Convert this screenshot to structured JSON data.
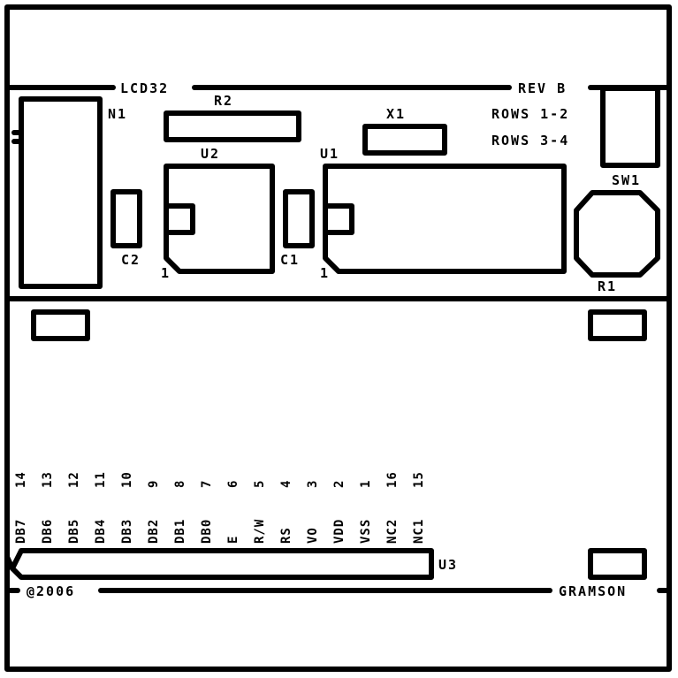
{
  "labels": {
    "board_name": "LCD32",
    "revision": "REV B",
    "rows_1": "ROWS 1-2",
    "rows_2": "ROWS 3-4",
    "n1": "N1",
    "r2": "R2",
    "x1": "X1",
    "u2": "U2",
    "u1": "U1",
    "sw1": "SW1",
    "c2": "C2",
    "c1": "C1",
    "r1": "R1",
    "u2_pin1": "1",
    "u1_pin1": "1",
    "u3": "U3",
    "copyright": "@2006",
    "maker": "GRAMSON"
  },
  "pins": [
    {
      "num": "14",
      "name": "DB7"
    },
    {
      "num": "13",
      "name": "DB6"
    },
    {
      "num": "12",
      "name": "DB5"
    },
    {
      "num": "11",
      "name": "DB4"
    },
    {
      "num": "10",
      "name": "DB3"
    },
    {
      "num": "9",
      "name": "DB2"
    },
    {
      "num": "8",
      "name": "DB1"
    },
    {
      "num": "7",
      "name": "DB0"
    },
    {
      "num": "6",
      "name": "E"
    },
    {
      "num": "5",
      "name": "R/W"
    },
    {
      "num": "4",
      "name": "RS"
    },
    {
      "num": "3",
      "name": "VO"
    },
    {
      "num": "2",
      "name": "VDD"
    },
    {
      "num": "1",
      "name": "VSS"
    },
    {
      "num": "16",
      "name": "NC2"
    },
    {
      "num": "15",
      "name": "NC1"
    }
  ]
}
